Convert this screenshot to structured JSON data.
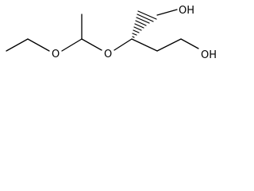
{
  "molecule": {
    "atoms": {
      "ether_oxygen": "O",
      "acetal_oxygen": "O",
      "hydroxyl_top": "OH",
      "hydroxyl_right": "OH"
    },
    "stereo_bond": "hashed-wedge",
    "colors": {
      "bond": "#000000",
      "label": "#000000",
      "background": "#ffffff"
    }
  }
}
